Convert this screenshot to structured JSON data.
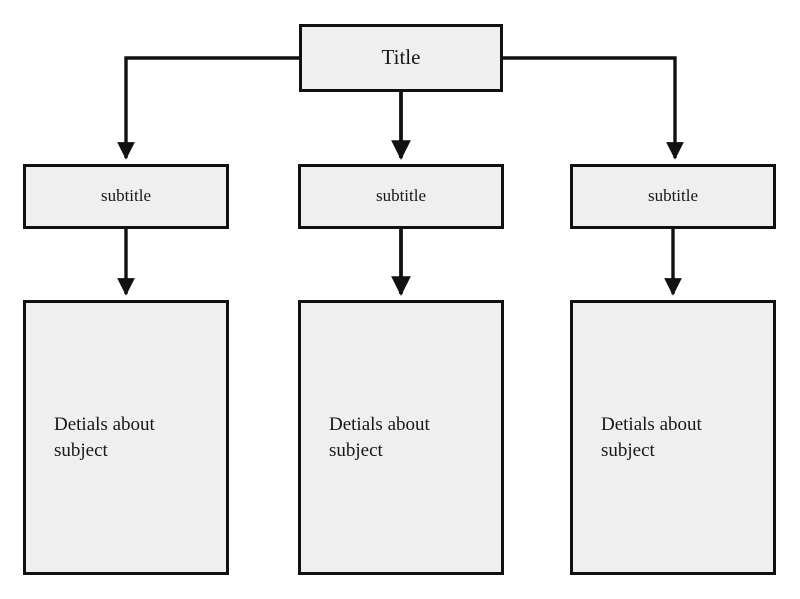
{
  "diagram": {
    "type": "tree-flowchart",
    "background_color": "#ffffff",
    "node_fill": "#efefef",
    "node_stroke": "#111111",
    "root": {
      "label": "Title"
    },
    "columns": [
      {
        "subtitle": "subtitle",
        "details": "Detials about\nsubject"
      },
      {
        "subtitle": "subtitle",
        "details": "Detials about\nsubject"
      },
      {
        "subtitle": "subtitle",
        "details": "Detials about\nsubject"
      }
    ]
  }
}
